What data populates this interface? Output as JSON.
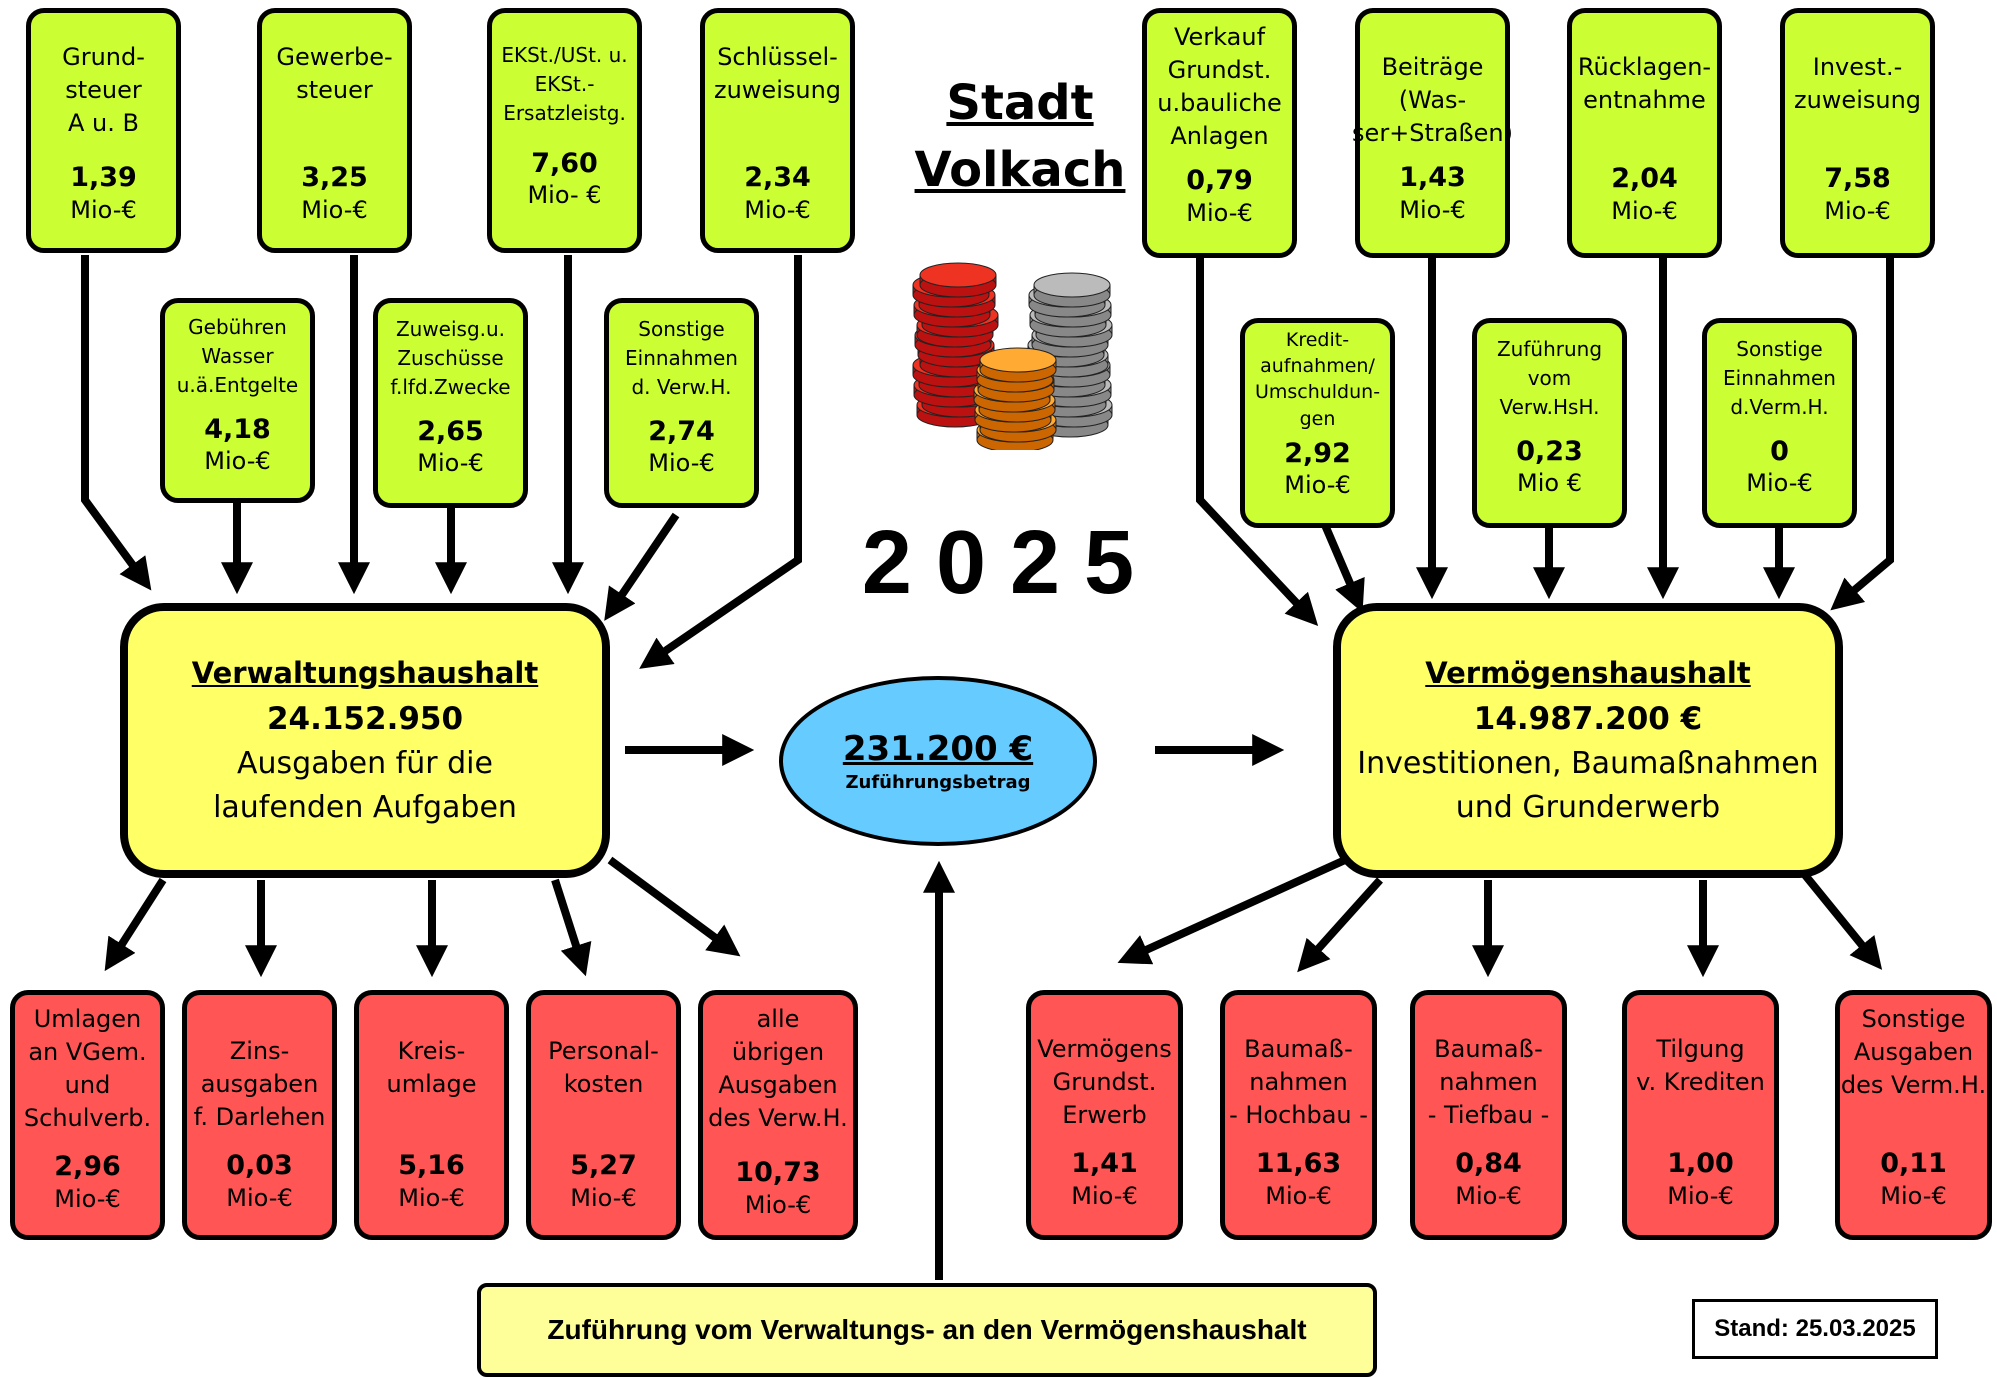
{
  "header": {
    "city": "Stadt\nVolkach",
    "year": "2025"
  },
  "income_admin": [
    {
      "id": "grundsteuer",
      "label": "Grund-\nsteuer\nA u. B",
      "value": "1,39",
      "unit": "Mio-€"
    },
    {
      "id": "gewerbesteuer",
      "label": "Gewerbe-\nsteuer",
      "value": "3,25",
      "unit": "Mio-€"
    },
    {
      "id": "ekst",
      "label": "EKSt./USt. u.\nEKSt.-\nErsatzleistg.",
      "value": "7,60",
      "unit": "Mio- €"
    },
    {
      "id": "schluesselzuweisung",
      "label": "Schlüssel-\nzuweisung",
      "value": "2,34",
      "unit": "Mio-€"
    },
    {
      "id": "gebuehren",
      "label": "Gebühren\nWasser\nu.ä.Entgelte",
      "value": "4,18",
      "unit": "Mio-€"
    },
    {
      "id": "zuweisungen",
      "label": "Zuweisg.u.\nZuschüsse\nf.lfd.Zwecke",
      "value": "2,65",
      "unit": "Mio-€"
    },
    {
      "id": "sonstige-einnahmen-verwh",
      "label": "Sonstige\nEinnahmen\nd. Verw.H.",
      "value": "2,74",
      "unit": "Mio-€"
    }
  ],
  "income_assets": [
    {
      "id": "verkauf",
      "label": "Verkauf\nGrundst.\nu.bauliche\nAnlagen",
      "value": "0,79",
      "unit": "Mio-€"
    },
    {
      "id": "beitraege",
      "label": "Beiträge\n(Was-\nser+Straßen)",
      "value": "1,43",
      "unit": "Mio-€"
    },
    {
      "id": "ruecklagenentnahme",
      "label": "Rücklagen-\nentnahme",
      "value": "2,04",
      "unit": "Mio-€"
    },
    {
      "id": "investzuweisung",
      "label": "Invest.-\nzuweisung",
      "value": "7,58",
      "unit": "Mio-€"
    },
    {
      "id": "kreditaufnahmen",
      "label": "Kredit-\naufnahmen/\nUmschuldun-\ngen",
      "value": "2,92",
      "unit": "Mio-€"
    },
    {
      "id": "zufuehrung-verwhsh",
      "label": "Zuführung\nvom\nVerw.HsH.",
      "value": "0,23",
      "unit": "Mio €"
    },
    {
      "id": "sonstige-einnahmen-vermh",
      "label": "Sonstige\nEinnahmen\nd.Verm.H.",
      "value": "0",
      "unit": "Mio-€"
    }
  ],
  "verwaltungshaushalt": {
    "title": "Verwaltungshaushalt",
    "amount": "24.152.950",
    "description": "Ausgaben für die\nlaufenden Aufgaben"
  },
  "vermoegenshaushalt": {
    "title": "Vermögenshaushalt",
    "amount": "14.987.200 €",
    "description": "Investitionen, Baumaßnahmen\nund Grunderwerb"
  },
  "transfer": {
    "amount": "231.200 €",
    "caption": "Zuführungsbetrag"
  },
  "expenses_admin": [
    {
      "id": "umlagen",
      "label": "Umlagen\nan VGem.\nund\nSchulverb.",
      "value": "2,96",
      "unit": "Mio-€"
    },
    {
      "id": "zinsausgaben",
      "label": "Zins-\nausgaben\nf. Darlehen",
      "value": "0,03",
      "unit": "Mio-€"
    },
    {
      "id": "kreisumlage",
      "label": "Kreis-\numlage",
      "value": "5,16",
      "unit": "Mio-€"
    },
    {
      "id": "personalkosten",
      "label": "Personal-\nkosten",
      "value": "5,27",
      "unit": "Mio-€"
    },
    {
      "id": "uebrige-ausgaben",
      "label": "alle\nübrigen\nAusgaben\ndes Verw.H.",
      "value": "10,73",
      "unit": "Mio-€"
    }
  ],
  "expenses_assets": [
    {
      "id": "grundstueckserwerb",
      "label": "Vermögens\nGrundst.\nErwerb",
      "value": "1,41",
      "unit": "Mio-€"
    },
    {
      "id": "hochbau",
      "label": "Baumaß-\nnahmen\n- Hochbau -",
      "value": "11,63",
      "unit": "Mio-€"
    },
    {
      "id": "tiefbau",
      "label": "Baumaß-\nnahmen\n- Tiefbau -",
      "value": "0,84",
      "unit": "Mio-€"
    },
    {
      "id": "tilgung",
      "label": "Tilgung\nv. Krediten",
      "value": "1,00",
      "unit": "Mio-€"
    },
    {
      "id": "sonstige-ausgaben-vermh",
      "label": "Sonstige\nAusgaben\ndes Verm.H.",
      "value": "0,11",
      "unit": "Mio-€"
    }
  ],
  "footer": {
    "transfer_note": "Zuführung vom Verwaltungs- an den Vermögenshaushalt",
    "stand": "Stand: 25.03.2025"
  },
  "colors": {
    "income": "#ccff33",
    "budget": "#ffff66",
    "expense": "#ff5555",
    "transfer": "#66ccff",
    "note": "#ffff99"
  },
  "icons": {
    "coins": "coin-stacks-icon"
  }
}
